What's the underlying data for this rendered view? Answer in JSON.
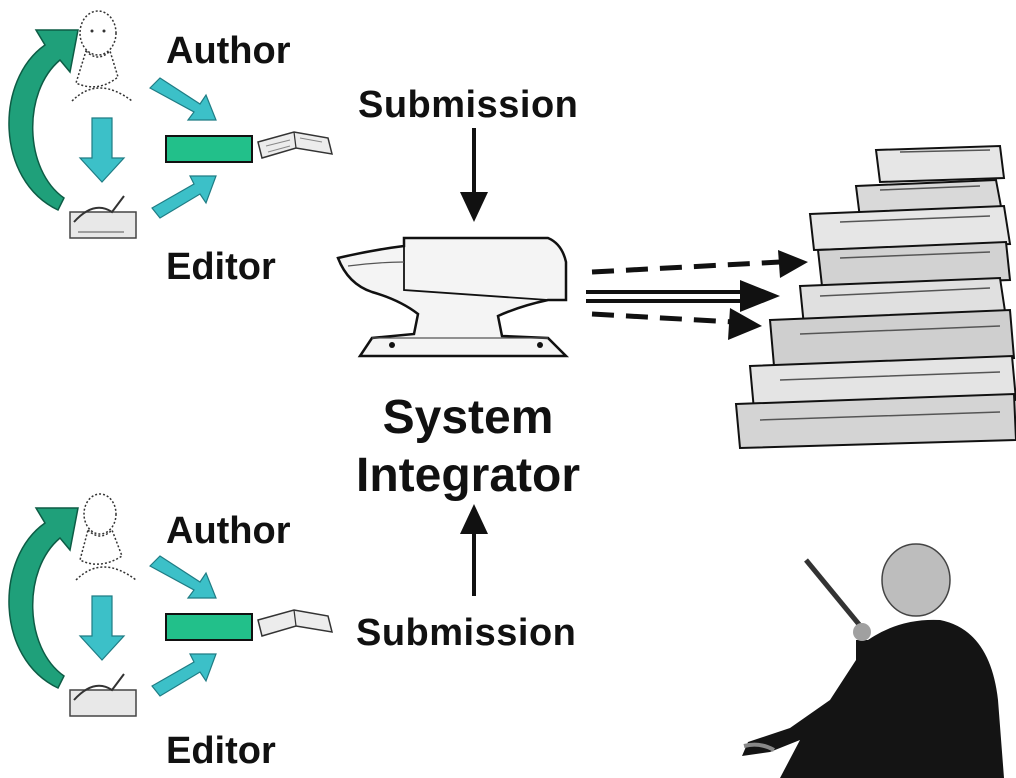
{
  "diagram": {
    "top_group": {
      "author_label": "Author",
      "editor_label": "Editor"
    },
    "bottom_group": {
      "author_label": "Author",
      "editor_label": "Editor"
    },
    "top_submission_label": "Submission",
    "bottom_submission_label": "Submission",
    "center_label_line1": "System",
    "center_label_line2": "Integrator",
    "colors": {
      "cycle_arrow": "#1fa07a",
      "flow_arrow": "#3cc0c8",
      "document_bar": "#22c08a",
      "ink": "#111111"
    },
    "icons": [
      "author-sketch-icon",
      "editor-hand-icon",
      "open-book-icon",
      "anvil-icon",
      "book-stack-icon",
      "conductor-figure-icon"
    ]
  }
}
